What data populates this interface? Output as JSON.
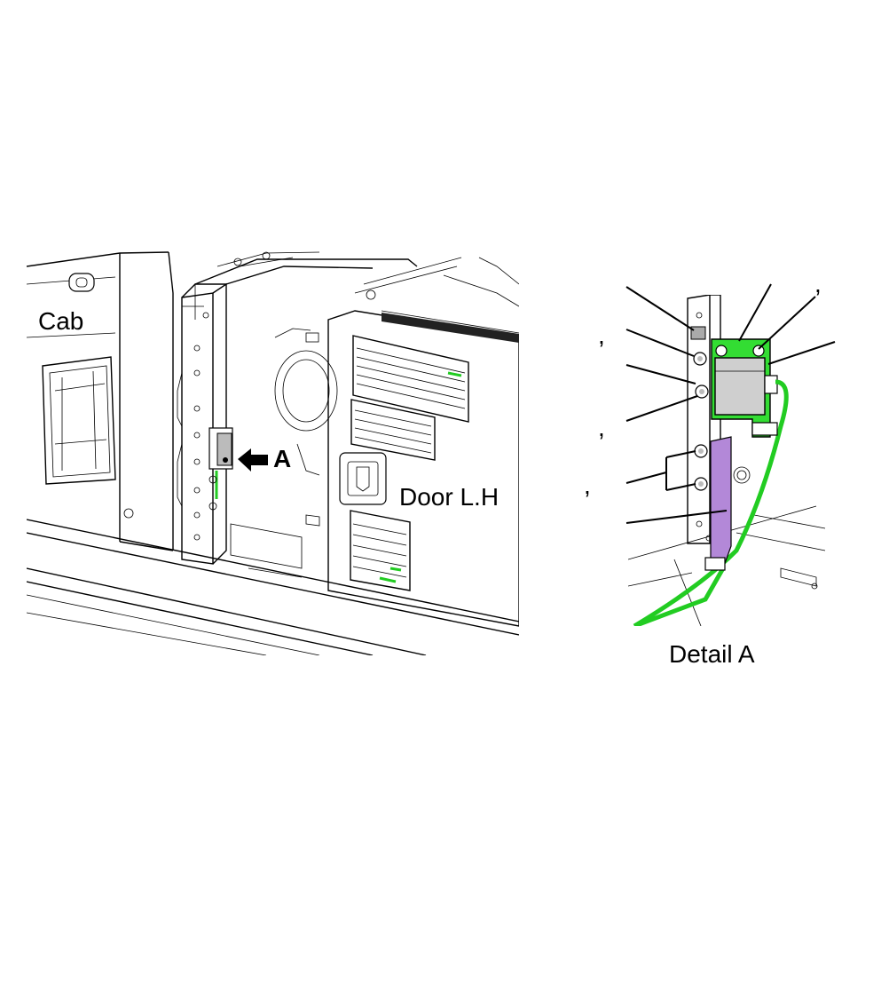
{
  "labels": {
    "cab": "Cab",
    "arrow_a": "A",
    "door": "Door L.H",
    "detail_title": "Detail A",
    "comma": ","
  },
  "colors": {
    "ground_wire": "#22cc22",
    "bracket_green": "#33dd33",
    "protector_purple": "#b388d8",
    "sensor_gray": "#cfcfcf",
    "line": "#000000"
  }
}
